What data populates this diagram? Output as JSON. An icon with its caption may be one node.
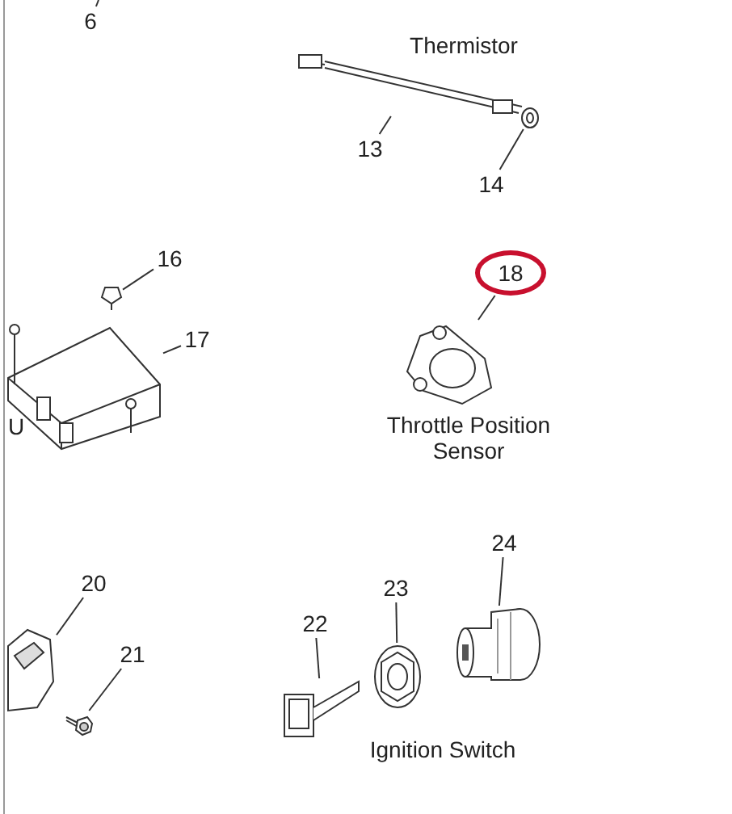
{
  "diagram": {
    "nodes": [
      {
        "text": [
          "6"
        ]
      },
      {
        "text": [
          "13"
        ]
      },
      {
        "text": [],
        "shape": "picture",
        "beside": [
          "Thermistor"
        ]
      },
      {
        "text": [
          "14"
        ]
      },
      {
        "text": [],
        "shape": "picture"
      },
      {
        "text": [
          "16"
        ]
      },
      {
        "text": [],
        "shape": "picture"
      },
      {
        "text": [
          "17"
        ]
      },
      {
        "text": [],
        "shape": "picture"
      },
      {
        "text": [
          "18"
        ]
      },
      {
        "text": [],
        "shape": "picture",
        "beside": [
          "Throttle Position Sensor"
        ]
      },
      {
        "text": [
          "20"
        ]
      },
      {
        "text": [],
        "shape": "picture"
      },
      {
        "text": [
          "21"
        ]
      },
      {
        "text": [],
        "shape": "picture"
      },
      {
        "text": [
          "22"
        ]
      },
      {
        "text": [],
        "shape": "picture"
      },
      {
        "text": [
          "23"
        ]
      },
      {
        "text": [],
        "shape": "picture"
      },
      {
        "text": [
          "24"
        ]
      },
      {
        "text": [],
        "shape": "picture"
      }
    ],
    "edges": [
      {
        "from": 0,
        "to": null,
        "arrow": "none"
      },
      {
        "from": 1,
        "to": 2,
        "arrow": "none"
      },
      {
        "from": 3,
        "to": 4,
        "arrow": "none"
      },
      {
        "from": 5,
        "to": 6,
        "arrow": "none"
      },
      {
        "from": 7,
        "to": 8,
        "arrow": "none"
      },
      {
        "from": 9,
        "to": 10,
        "arrow": "none"
      },
      {
        "from": 11,
        "to": 12,
        "arrow": "none"
      },
      {
        "from": 13,
        "to": 14,
        "arrow": "none"
      },
      {
        "from": 15,
        "to": 16,
        "arrow": "none"
      },
      {
        "from": 17,
        "to": 18,
        "arrow": "none"
      },
      {
        "from": 19,
        "to": 20,
        "arrow": "none"
      }
    ],
    "labels": [
      "U",
      "Ignition Switch"
    ]
  }
}
